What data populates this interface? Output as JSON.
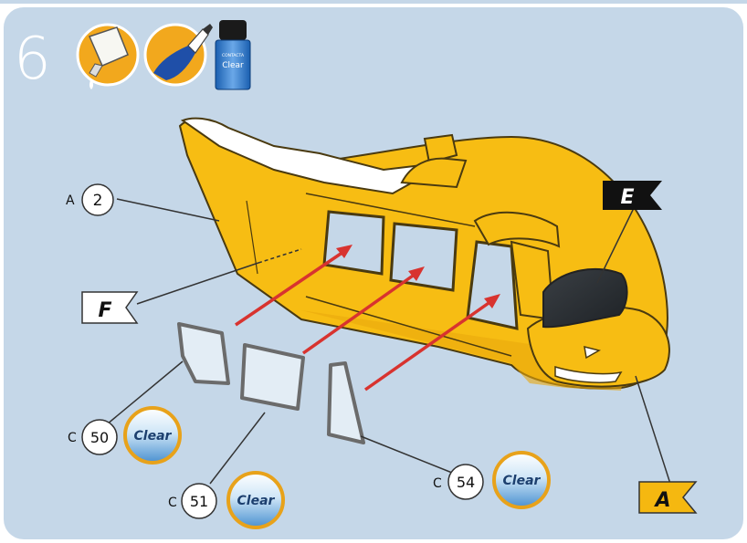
{
  "step": {
    "number": "6"
  },
  "icons": [
    {
      "name": "glue-icon"
    },
    {
      "name": "paint-brush-icon"
    },
    {
      "name": "contacta-clear-bottle-icon",
      "bottle_text_top": "CONTACTA",
      "bottle_text_main": "Clear"
    }
  ],
  "flags": {
    "e": "E",
    "f": "F",
    "a": "A"
  },
  "callouts": {
    "a2": {
      "sprue": "A",
      "part": "2"
    },
    "c50": {
      "sprue": "C",
      "part": "50",
      "paint": "Clear"
    },
    "c51": {
      "sprue": "C",
      "part": "51",
      "paint": "Clear"
    },
    "c54": {
      "sprue": "C",
      "part": "54",
      "paint": "Clear"
    }
  },
  "colors": {
    "panel_bg": "#c5d7e8",
    "fuselage": "#f7bd13",
    "arrow": "#d8332f",
    "clear_badge_ring": "#e8a21a"
  }
}
